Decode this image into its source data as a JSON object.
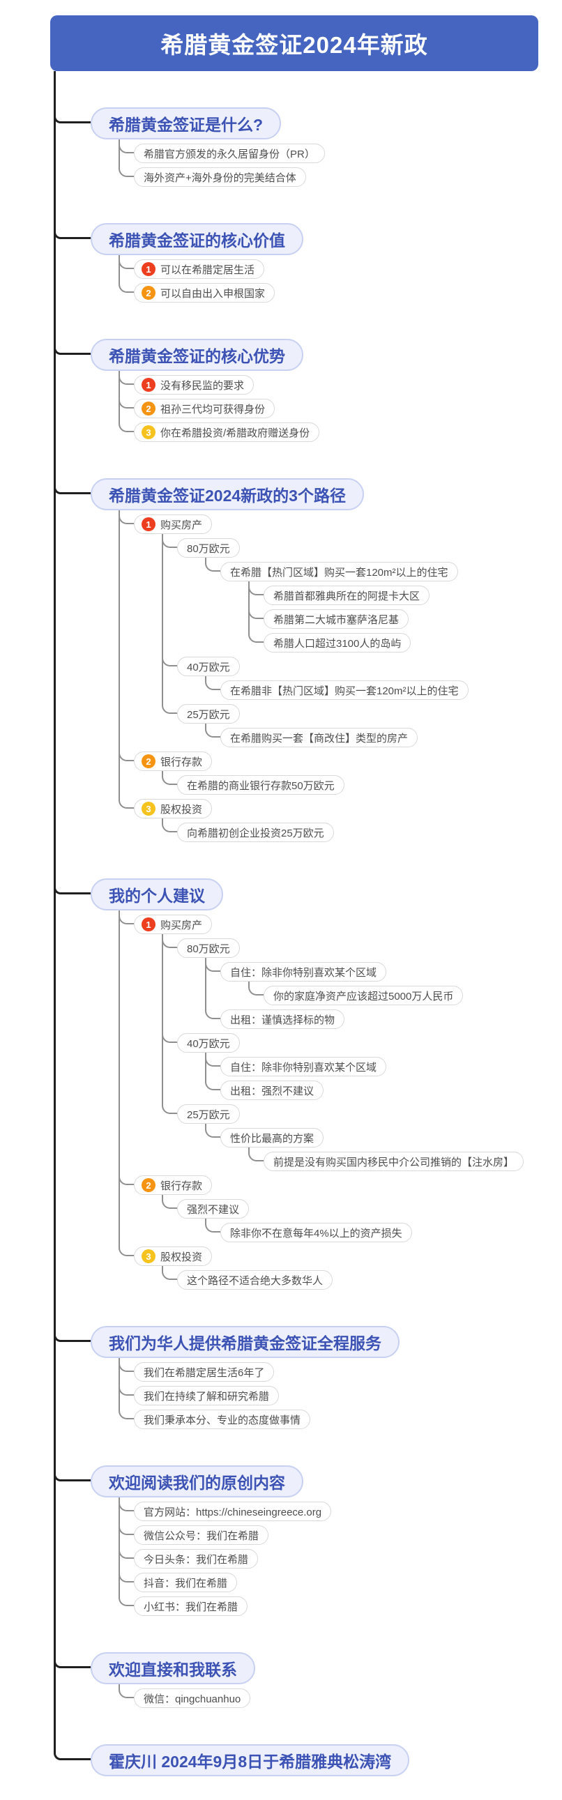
{
  "title": "希腊黄金签证2024年新政",
  "colors": {
    "root_bg": "#4565c1",
    "topic_bg": "#edf0fc",
    "topic_border": "#c9d1f3",
    "topic_text": "#3c52b4",
    "child_border": "#d9d9d9",
    "child_text": "#4e4e4e",
    "trunk_line": "#1f1f1f",
    "child_line": "#8f8f8f",
    "badge_1": "#ee3e20",
    "badge_2": "#f59312",
    "badge_3": "#f6c31e"
  },
  "branches": [
    {
      "label": "希腊黄金签证是什么?",
      "children": [
        {
          "label": "希腊官方颁发的永久居留身份（PR）"
        },
        {
          "label": "海外资产+海外身份的完美结合体"
        }
      ]
    },
    {
      "label": "希腊黄金签证的核心价值",
      "children": [
        {
          "badge": "1",
          "label": "可以在希腊定居生活"
        },
        {
          "badge": "2",
          "label": "可以自由出入申根国家"
        }
      ]
    },
    {
      "label": "希腊黄金签证的核心优势",
      "children": [
        {
          "badge": "1",
          "label": "没有移民监的要求"
        },
        {
          "badge": "2",
          "label": "祖孙三代均可获得身份"
        },
        {
          "badge": "3",
          "label": "你在希腊投资/希腊政府赠送身份"
        }
      ]
    },
    {
      "label": "希腊黄金签证2024新政的3个路径",
      "children": [
        {
          "badge": "1",
          "label": "购买房产",
          "children": [
            {
              "label": "80万欧元",
              "children": [
                {
                  "label": "在希腊【热门区域】购买一套120m²以上的住宅",
                  "children": [
                    {
                      "label": "希腊首都雅典所在的阿提卡大区"
                    },
                    {
                      "label": "希腊第二大城市塞萨洛尼基"
                    },
                    {
                      "label": "希腊人口超过3100人的岛屿"
                    }
                  ]
                }
              ]
            },
            {
              "label": "40万欧元",
              "children": [
                {
                  "label": "在希腊非【热门区域】购买一套120m²以上的住宅"
                }
              ]
            },
            {
              "label": "25万欧元",
              "children": [
                {
                  "label": "在希腊购买一套【商改住】类型的房产"
                }
              ]
            }
          ]
        },
        {
          "badge": "2",
          "label": "银行存款",
          "children": [
            {
              "label": "在希腊的商业银行存款50万欧元"
            }
          ]
        },
        {
          "badge": "3",
          "label": "股权投资",
          "children": [
            {
              "label": "向希腊初创企业投资25万欧元"
            }
          ]
        }
      ]
    },
    {
      "label": "我的个人建议",
      "children": [
        {
          "badge": "1",
          "label": "购买房产",
          "children": [
            {
              "label": "80万欧元",
              "children": [
                {
                  "label": "自住：除非你特别喜欢某个区域",
                  "children": [
                    {
                      "label": "你的家庭净资产应该超过5000万人民币"
                    }
                  ]
                },
                {
                  "label": "出租：谨慎选择标的物"
                }
              ]
            },
            {
              "label": "40万欧元",
              "children": [
                {
                  "label": "自住：除非你特别喜欢某个区域"
                },
                {
                  "label": "出租：强烈不建议"
                }
              ]
            },
            {
              "label": "25万欧元",
              "children": [
                {
                  "label": "性价比最高的方案",
                  "children": [
                    {
                      "label": "前提是没有购买国内移民中介公司推销的【注水房】"
                    }
                  ]
                }
              ]
            }
          ]
        },
        {
          "badge": "2",
          "label": "银行存款",
          "children": [
            {
              "label": "强烈不建议",
              "children": [
                {
                  "label": "除非你不在意每年4%以上的资产损失"
                }
              ]
            }
          ]
        },
        {
          "badge": "3",
          "label": "股权投资",
          "children": [
            {
              "label": "这个路径不适合绝大多数华人"
            }
          ]
        }
      ]
    },
    {
      "label": "我们为华人提供希腊黄金签证全程服务",
      "children": [
        {
          "label": "我们在希腊定居生活6年了"
        },
        {
          "label": "我们在持续了解和研究希腊"
        },
        {
          "label": "我们秉承本分、专业的态度做事情"
        }
      ]
    },
    {
      "label": "欢迎阅读我们的原创内容",
      "children": [
        {
          "label": "官方网站：https://chineseingreece.org"
        },
        {
          "label": "微信公众号：我们在希腊"
        },
        {
          "label": "今日头条：我们在希腊"
        },
        {
          "label": "抖音：我们在希腊"
        },
        {
          "label": "小红书：我们在希腊"
        }
      ]
    },
    {
      "label": "欢迎直接和我联系",
      "children": [
        {
          "label": "微信：qingchuanhuo"
        }
      ]
    },
    {
      "label": "霍庆川 2024年9月8日于希腊雅典松涛湾",
      "children": []
    }
  ]
}
